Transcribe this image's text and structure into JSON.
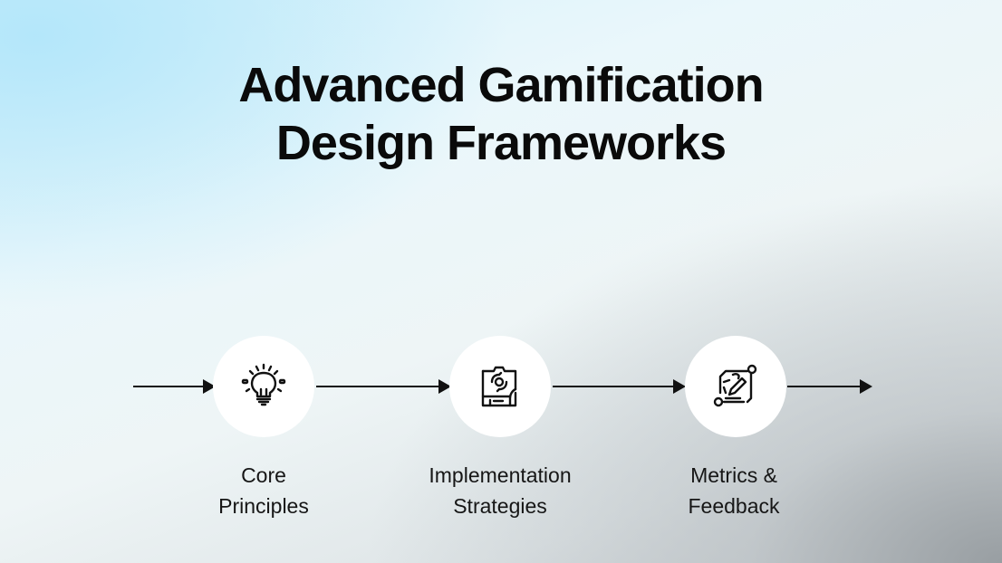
{
  "title": {
    "line1": "Advanced Gamification",
    "line2": "Design Frameworks"
  },
  "steps": [
    {
      "icon": "lightbulb-icon",
      "label_line1": "Core",
      "label_line2": "Principles"
    },
    {
      "icon": "clipboard-gear-icon",
      "label_line1": "Implementation",
      "label_line2": "Strategies"
    },
    {
      "icon": "chart-pen-icon",
      "label_line1": "Metrics &",
      "label_line2": "Feedback"
    }
  ],
  "colors": {
    "text": "#0a0a0a",
    "arrow": "#111111",
    "node_fill": "#ffffff",
    "bg_top_left": "#b2e6fa",
    "bg_bottom_right": "#9a9fa3"
  }
}
